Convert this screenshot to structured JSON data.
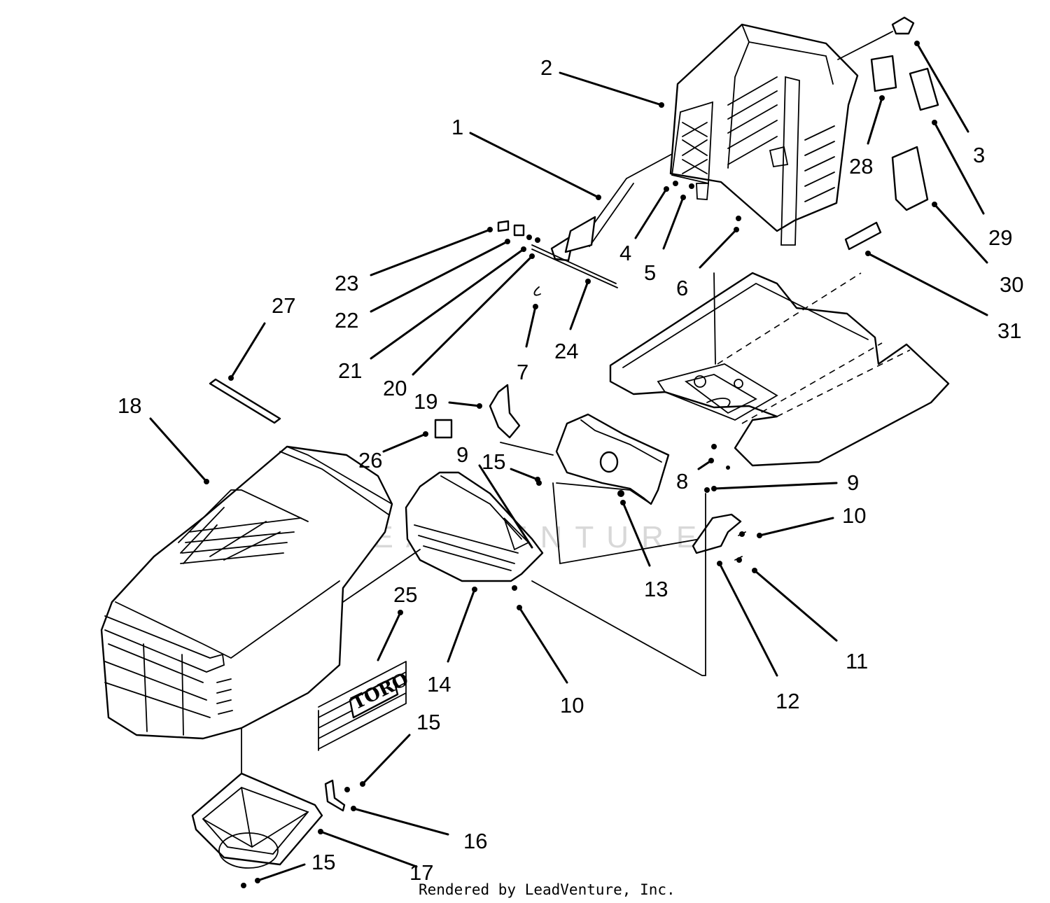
{
  "callouts": [
    {
      "id": "c1",
      "text": "1"
    },
    {
      "id": "c2",
      "text": "2"
    },
    {
      "id": "c3",
      "text": "3"
    },
    {
      "id": "c4",
      "text": "4"
    },
    {
      "id": "c5",
      "text": "5"
    },
    {
      "id": "c6",
      "text": "6"
    },
    {
      "id": "c7",
      "text": "7"
    },
    {
      "id": "c8",
      "text": "8"
    },
    {
      "id": "c9a",
      "text": "9"
    },
    {
      "id": "c9b",
      "text": "9"
    },
    {
      "id": "c10a",
      "text": "10"
    },
    {
      "id": "c10b",
      "text": "10"
    },
    {
      "id": "c11",
      "text": "11"
    },
    {
      "id": "c12",
      "text": "12"
    },
    {
      "id": "c13",
      "text": "13"
    },
    {
      "id": "c14",
      "text": "14"
    },
    {
      "id": "c15a",
      "text": "15"
    },
    {
      "id": "c15b",
      "text": "15"
    },
    {
      "id": "c15c",
      "text": "15"
    },
    {
      "id": "c16",
      "text": "16"
    },
    {
      "id": "c17",
      "text": "17"
    },
    {
      "id": "c18",
      "text": "18"
    },
    {
      "id": "c19",
      "text": "19"
    },
    {
      "id": "c20",
      "text": "20"
    },
    {
      "id": "c21",
      "text": "21"
    },
    {
      "id": "c22",
      "text": "22"
    },
    {
      "id": "c23",
      "text": "23"
    },
    {
      "id": "c24",
      "text": "24"
    },
    {
      "id": "c25",
      "text": "25"
    },
    {
      "id": "c26",
      "text": "26"
    },
    {
      "id": "c27",
      "text": "27"
    },
    {
      "id": "c28",
      "text": "28"
    },
    {
      "id": "c29",
      "text": "29"
    },
    {
      "id": "c30",
      "text": "30"
    },
    {
      "id": "c31",
      "text": "31"
    }
  ],
  "decal_logo": "TORO",
  "watermark": "LEADVENTURE",
  "credit": "Rendered by LeadVenture, Inc."
}
